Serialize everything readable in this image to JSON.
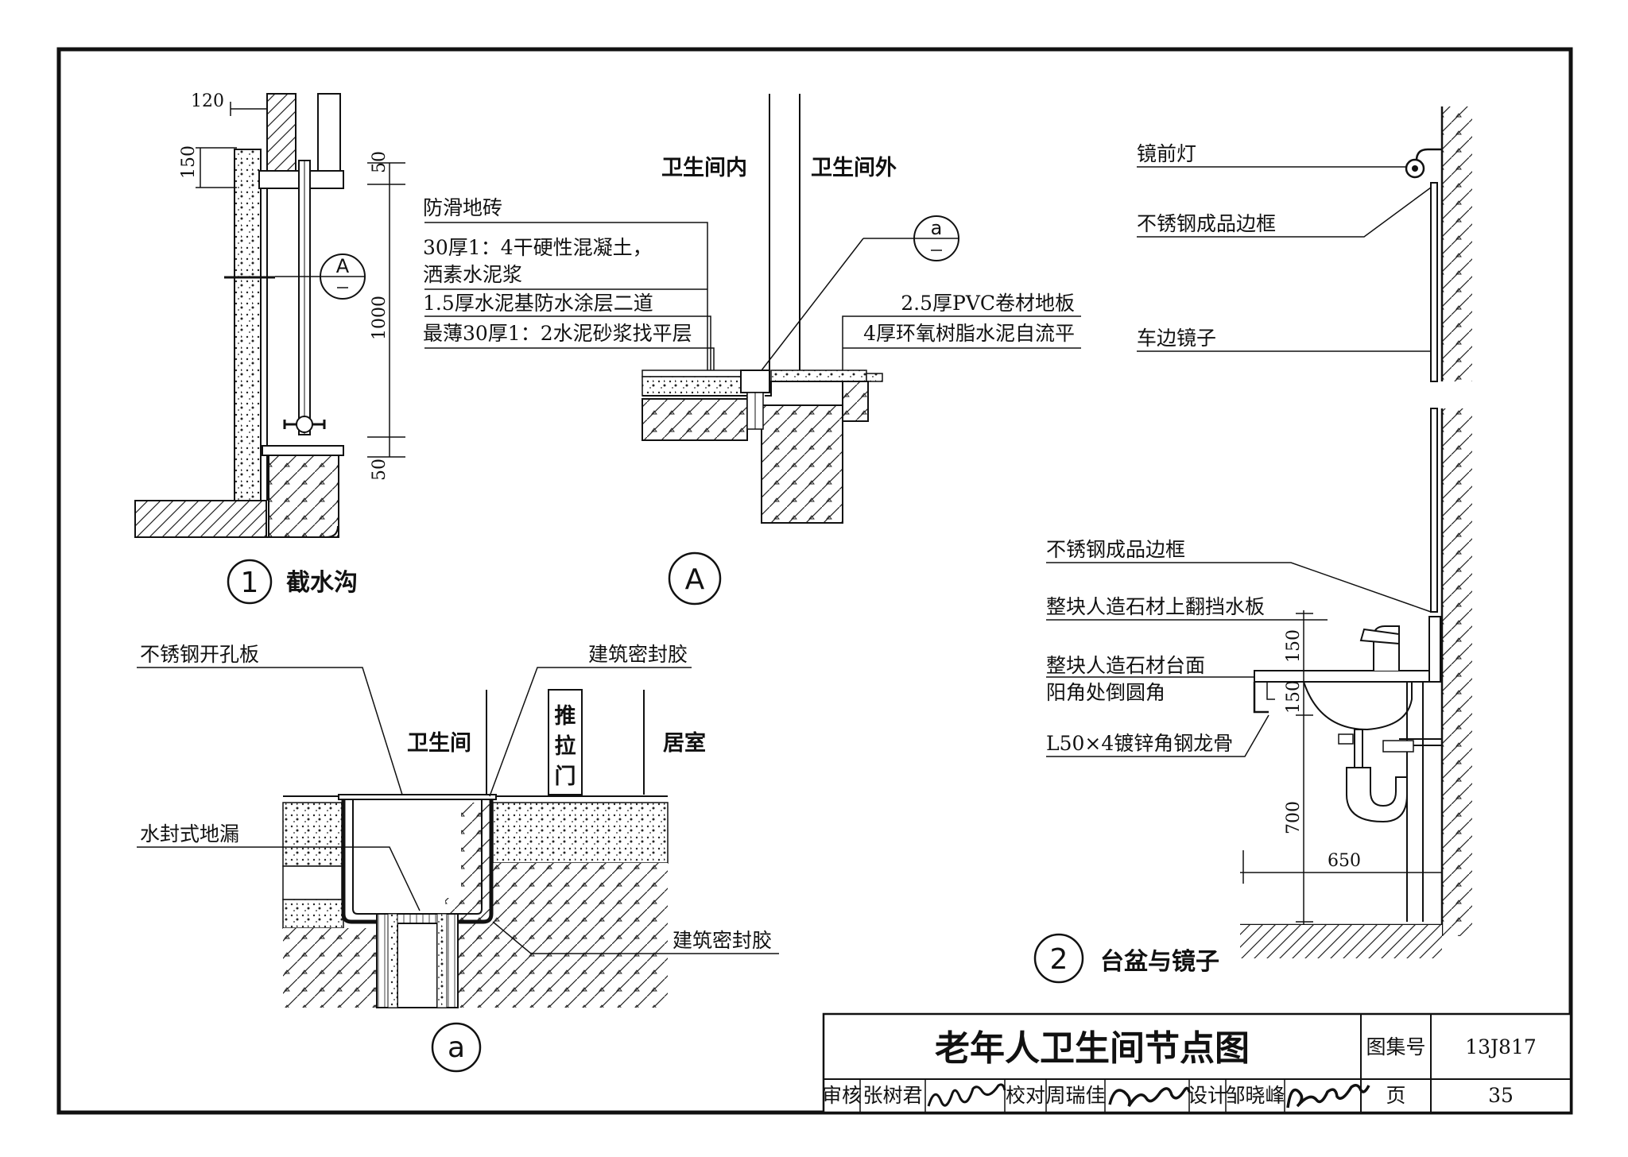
{
  "detail1": {
    "number": "1",
    "title": "截水沟",
    "dims": {
      "wall": "120",
      "top": "150",
      "d1": "50",
      "d2": "1000",
      "d3": "50"
    },
    "callout_letter": "A"
  },
  "detailA": {
    "number": "A",
    "header_inside": "卫生间内",
    "header_outside": "卫生间外",
    "left_labels": [
      "防滑地砖",
      "30厚1：4干硬性混凝土，",
      "洒素水泥浆",
      "1.5厚水泥基防水涂层二道",
      "最薄30厚1：2水泥砂浆找平层"
    ],
    "right_labels": [
      "2.5厚PVC卷材地板",
      "4厚环氧树脂水泥自流平"
    ],
    "callout_letter": "a"
  },
  "detaila": {
    "number": "a",
    "label_plate": "不锈钢开孔板",
    "label_sealant_top": "建筑密封胶",
    "label_bathroom": "卫生间",
    "label_door_chars": [
      "推",
      "拉",
      "门"
    ],
    "label_bedroom": "居室",
    "label_drain": "水封式地漏",
    "label_sealant_bottom": "建筑密封胶"
  },
  "detail2": {
    "number": "2",
    "title": "台盆与镜子",
    "labels": {
      "light": "镜前灯",
      "frame_top": "不锈钢成品边框",
      "mirror": "车边镜子",
      "frame_bottom": "不锈钢成品边框",
      "upstand": "整块人造石材上翻挡水板",
      "counter1": "整块人造石材台面",
      "counter2": "阳角处倒圆角",
      "angle": "L50×4镀锌角钢龙骨"
    },
    "dims": {
      "upstand_h": "150",
      "counter_h": "150",
      "height": "700",
      "width": "650"
    }
  },
  "titleblock": {
    "title": "老年人卫生间节点图",
    "atlas_label": "图集号",
    "atlas_no": "13J817",
    "review_label": "审核",
    "reviewer": "张树君",
    "check_label": "校对",
    "checker": "周瑞佳",
    "design_label": "设计",
    "designer": "邹晓峰",
    "page_label": "页",
    "page_no": "35"
  }
}
